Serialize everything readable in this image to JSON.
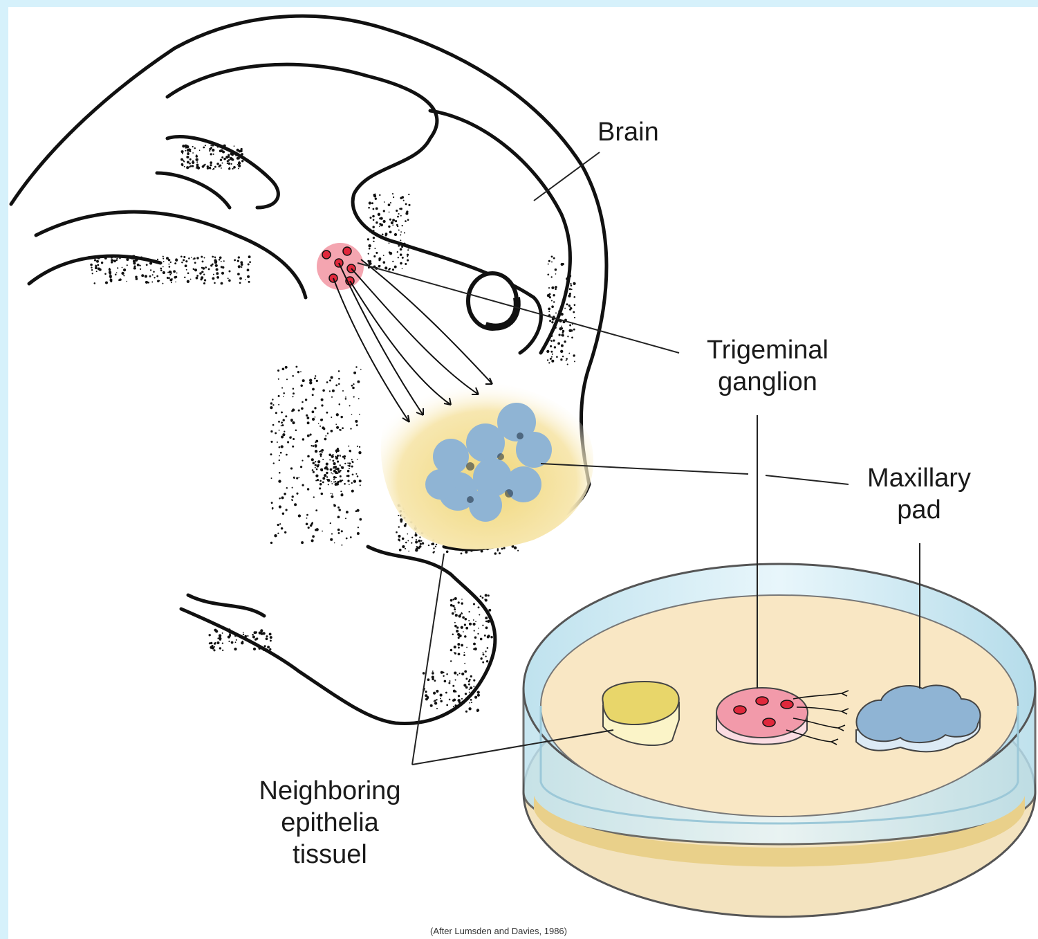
{
  "labels": {
    "brain": "Brain",
    "trigeminal_line1": "Trigeminal",
    "trigeminal_line2": "ganglion",
    "maxillary_line1": "Maxillary",
    "maxillary_line2": "pad",
    "neighboring_line1": "Neighboring",
    "neighboring_line2": "epithelia",
    "neighboring_line3": "tissuel"
  },
  "caption": "(After Lumsden and Davies, 1986)",
  "colors": {
    "background_border": "#d6f1fb",
    "trigeminal_pink": "#f4a5b0",
    "neuron_red": "#e0283c",
    "maxillary_blue": "#8fb4d4",
    "epithelia_yellow": "#e8d66a",
    "dish_medium": "#f9e7c4",
    "dish_glass": "#cde8f2"
  }
}
